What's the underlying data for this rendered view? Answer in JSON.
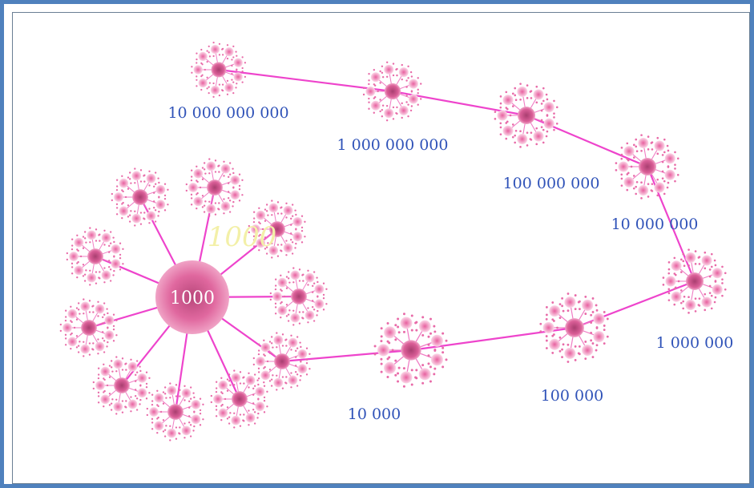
{
  "diagram": {
    "hub_label": "1000",
    "watermark_label": "1000",
    "nodes": [
      {
        "label": "10 000"
      },
      {
        "label": "100 000"
      },
      {
        "label": "1 000 000"
      },
      {
        "label": "10 000 000"
      },
      {
        "label": "100 000 000"
      },
      {
        "label": "1 000 000 000"
      },
      {
        "label": "10 000 000 000"
      }
    ],
    "colors": {
      "frame": "#4f81bd",
      "line": "#ee44cc",
      "hub_fill": "#e06aa2",
      "flower_center": "#d65b96",
      "label_text": "#2f52b8",
      "watermark": "#f3f0a8",
      "hub_text": "#ffffff"
    }
  }
}
